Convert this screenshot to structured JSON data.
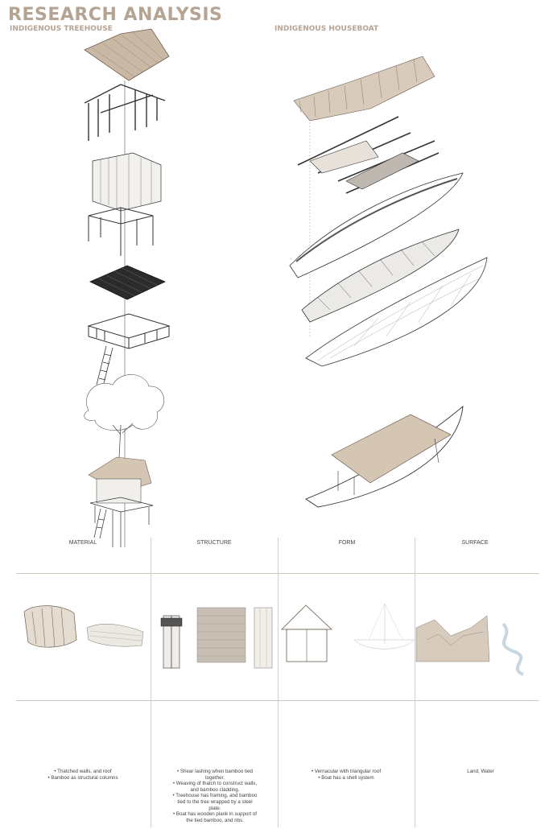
{
  "header": {
    "title": "RESEARCH ANALYSIS",
    "treehouse_label": "INDIGENOUS TREEHOUSE",
    "houseboat_label": "INDIGENOUS HOUSEBOAT"
  },
  "table": {
    "columns": [
      "MATERIAL",
      "STRUCTURE",
      "FORM",
      "SURFACE"
    ],
    "material_notes": [
      "• Thatched walls, and roof",
      "• Bamboo as structural columns"
    ],
    "structure_notes": [
      "• Shear lashing when bamboo tied",
      "together.",
      "• Weaving of thatch to construct walls,",
      "and bamboo cladding.",
      "• Treehouse has framing, and bamboo",
      "tied to the tree wrapped by a steel",
      "plate.",
      "• Boat has wooden plank in support of",
      "the tied bamboo, and ribs."
    ],
    "form_notes": [
      "• Vernacular with triangular roof",
      "• Boat has a shell system"
    ],
    "surface_notes": [
      "Land, Water"
    ]
  },
  "colors": {
    "accent": "#b5a494",
    "thatch": "#c9b8a4",
    "line": "#333333"
  }
}
